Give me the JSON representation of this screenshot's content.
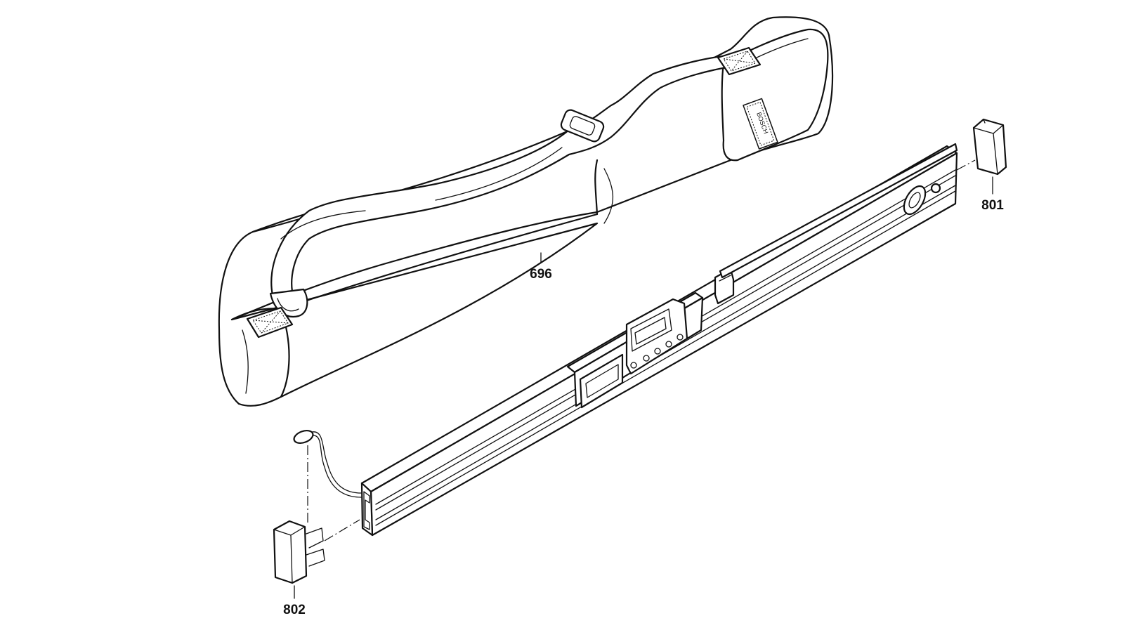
{
  "parts": [
    {
      "id": "bag",
      "number": "696"
    },
    {
      "id": "end-cap-right",
      "number": "801"
    },
    {
      "id": "end-cap-left",
      "number": "802"
    }
  ],
  "brand_patch_text": "BOSCH"
}
